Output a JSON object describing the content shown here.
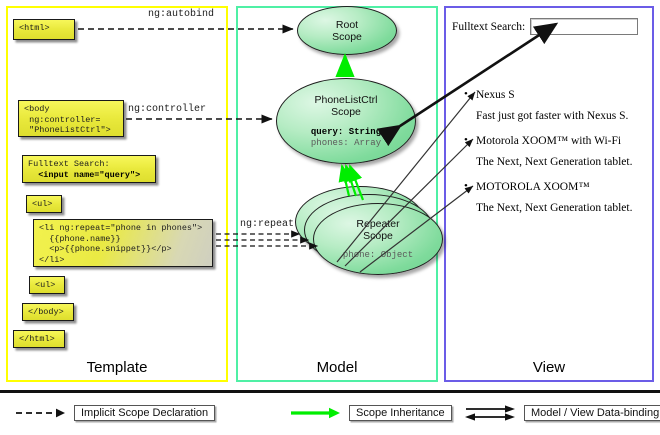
{
  "columns": [
    {
      "key": "template",
      "label": "Template",
      "border_color": "#ffff00"
    },
    {
      "key": "model",
      "label": "Model",
      "border_color": "#4ff0a5"
    },
    {
      "key": "view",
      "label": "View",
      "border_color": "#6b5ce7"
    }
  ],
  "template": {
    "boxes": [
      {
        "id": "html",
        "text": "<html>"
      },
      {
        "id": "body",
        "text": "<body\n ng:controller=\n \"PhoneListCtrl\">"
      },
      {
        "id": "search",
        "line1": "Fulltext Search:",
        "line2": "<input name=\"query\">"
      },
      {
        "id": "ul1",
        "text": "<ul>"
      },
      {
        "id": "li",
        "text": "<li ng:repeat=\"phone in phones\">\n  {{phone.name}}\n  <p>{{phone.snippet}}</p>\n</li>"
      },
      {
        "id": "ul2",
        "text": "<ul>"
      },
      {
        "id": "bodyend",
        "text": "</body>"
      },
      {
        "id": "htmlend",
        "text": "</html>"
      }
    ]
  },
  "edge_labels": {
    "autobind": "ng:autobind",
    "controller": "ng:controller",
    "repeat": "ng:repeat"
  },
  "model": {
    "scopes": [
      {
        "id": "root",
        "title_line1": "Root",
        "title_line2": "Scope",
        "props": []
      },
      {
        "id": "phonelistctrl",
        "title_line1": "PhoneListCtrl",
        "title_line2": "Scope",
        "props": [
          {
            "text": "query: String",
            "style": "bold"
          },
          {
            "text": "phones: Array",
            "style": "dim"
          }
        ]
      },
      {
        "id": "repeater",
        "title_line1": "Repeater",
        "title_line2": "Scope",
        "props": [
          {
            "text": "phone: Object",
            "style": "dim"
          }
        ]
      }
    ]
  },
  "view": {
    "search_label": "Fulltext Search:",
    "search_value": "",
    "search_placeholder": "",
    "phones": [
      {
        "name": "Nexus S",
        "snippet": "Fast just got faster with Nexus S."
      },
      {
        "name": "Motorola XOOM™  with Wi-Fi",
        "snippet": "The Next, Next Generation tablet."
      },
      {
        "name": "MOTOROLA XOOM™",
        "snippet": "The Next, Next Generation tablet."
      }
    ]
  },
  "legend": {
    "items": [
      {
        "id": "implicit-scope-declaration",
        "label": "Implicit Scope Declaration",
        "glyph": "dashed-arrow",
        "color": "#111111"
      },
      {
        "id": "scope-inheritance",
        "label": "Scope Inheritance",
        "glyph": "green-arrow",
        "color": "#00ee00"
      },
      {
        "id": "model-view-data-binding",
        "label": "Model / View Data-binding",
        "glyph": "double-arrow",
        "color": "#111111"
      }
    ]
  },
  "colors": {
    "template_border": "#ffff00",
    "model_border": "#4ff0a5",
    "view_border": "#6b5ce7",
    "scope_fill": "#7fdb9c",
    "code_fill": "#e9e93c",
    "inheritance_arrow": "#00ee00"
  }
}
